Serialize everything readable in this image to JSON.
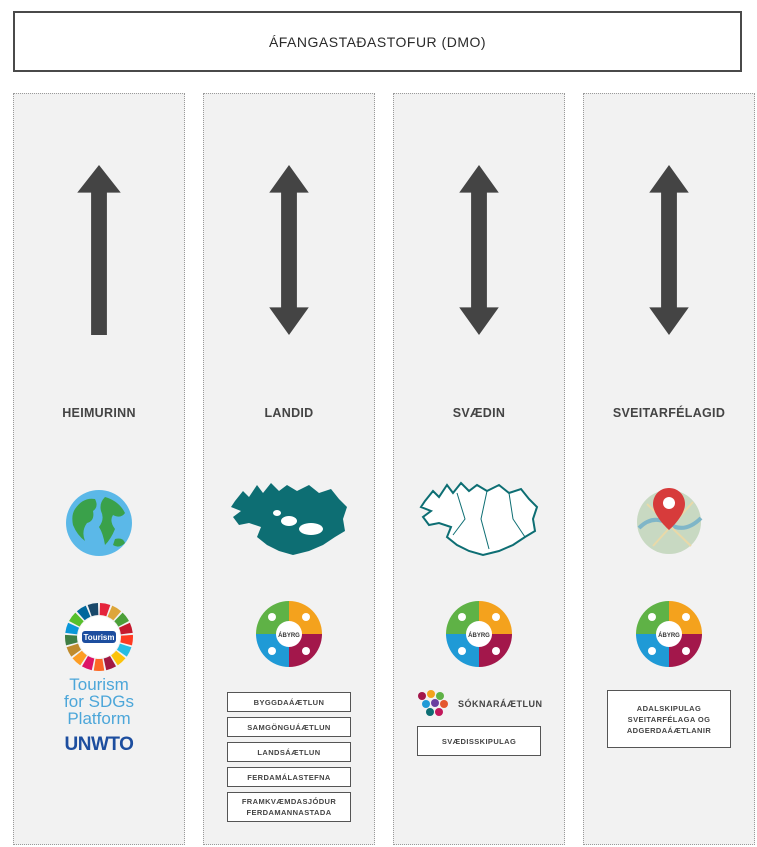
{
  "header": {
    "title": "ÁFANGASTAÐASTOFUR (DMO)"
  },
  "columns": [
    {
      "title": "HEIMURINN",
      "arrow": "up"
    },
    {
      "title": "LANDID",
      "arrow": "both"
    },
    {
      "title": "SVÆDIN",
      "arrow": "both"
    },
    {
      "title": "SVEITARFÉLAGID",
      "arrow": "both"
    }
  ],
  "sdg": {
    "badge": "Tourism",
    "line1": "Tourism",
    "line2": "for SDGs",
    "line3": "Platform",
    "org": "UNWTO"
  },
  "wheel_label": "ÁBYRG",
  "landid_plans": [
    "BYGGDAÁÆTLUN",
    "SAMGÖNGUÁÆTLUN",
    "LANDSÁÆTLUN",
    "FERDAMÁLASTEFNA",
    "FRAMKVÆMDASJÓDUR FERDAMANNASTADA"
  ],
  "svaedin": {
    "logo_text": "SÓKNARÁÆTLUN",
    "plan": "SVÆDISSKIPULAG"
  },
  "sveitarfelagid": {
    "plan": "ADALSKIPULAG SVEITARFÉLAGA OG ADGERDAÁÆTLANIR"
  },
  "colors": {
    "arrow": "#444444",
    "globe_ocean": "#5bb8e8",
    "globe_land": "#3aa14a",
    "iceland_fill": "#0d6e73",
    "wheel_green": "#5fb246",
    "wheel_orange": "#f4a21d",
    "wheel_blue": "#1f9ad6",
    "wheel_maroon": "#a3174b",
    "unwto": "#1d4e9f"
  }
}
